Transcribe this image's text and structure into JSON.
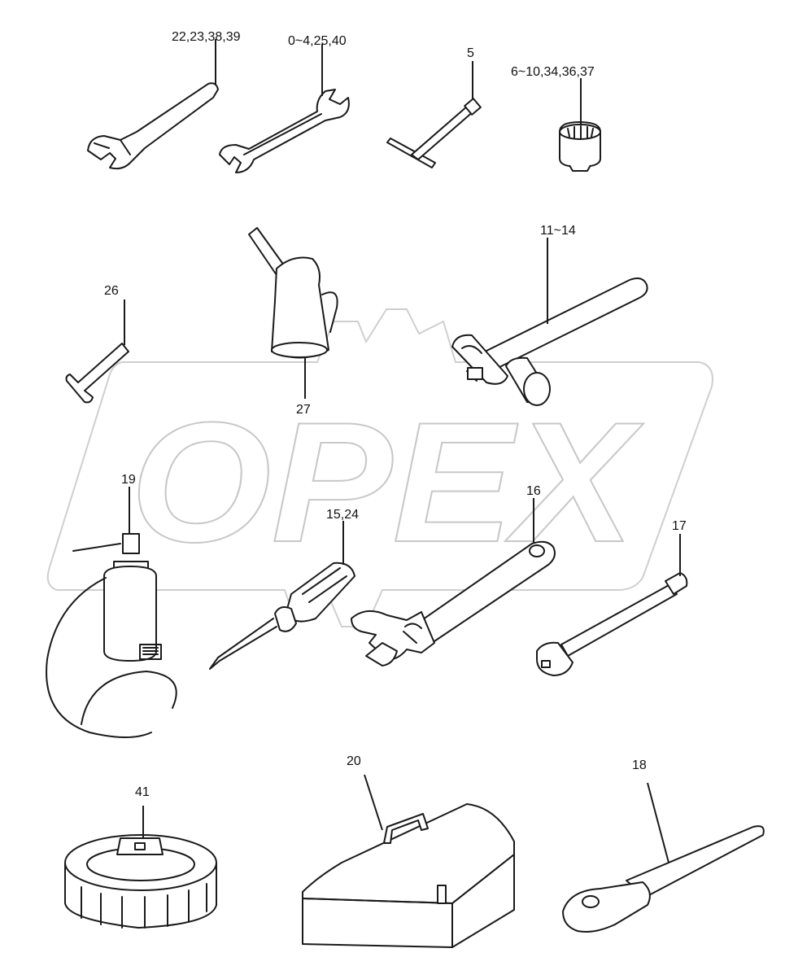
{
  "watermark": {
    "brand": "OPEX"
  },
  "callouts": [
    {
      "id": "wrench-22",
      "label": "22,23,38,39"
    },
    {
      "id": "wrench-0",
      "label": "0~4,25,40"
    },
    {
      "id": "t-handle",
      "label": "5"
    },
    {
      "id": "socket",
      "label": "6~10,34,36,37"
    },
    {
      "id": "hammer",
      "label": "26"
    },
    {
      "id": "hex-key",
      "label": "11~14"
    },
    {
      "id": "oil-can",
      "label": "27"
    },
    {
      "id": "grease-gun",
      "label": "19"
    },
    {
      "id": "screwdriver",
      "label": "15,24"
    },
    {
      "id": "adjustable-wrench",
      "label": "16"
    },
    {
      "id": "extension-bar",
      "label": "17"
    },
    {
      "id": "filter-wrench",
      "label": "41"
    },
    {
      "id": "tool-box",
      "label": "20"
    },
    {
      "id": "ratchet-handle",
      "label": "18"
    }
  ]
}
